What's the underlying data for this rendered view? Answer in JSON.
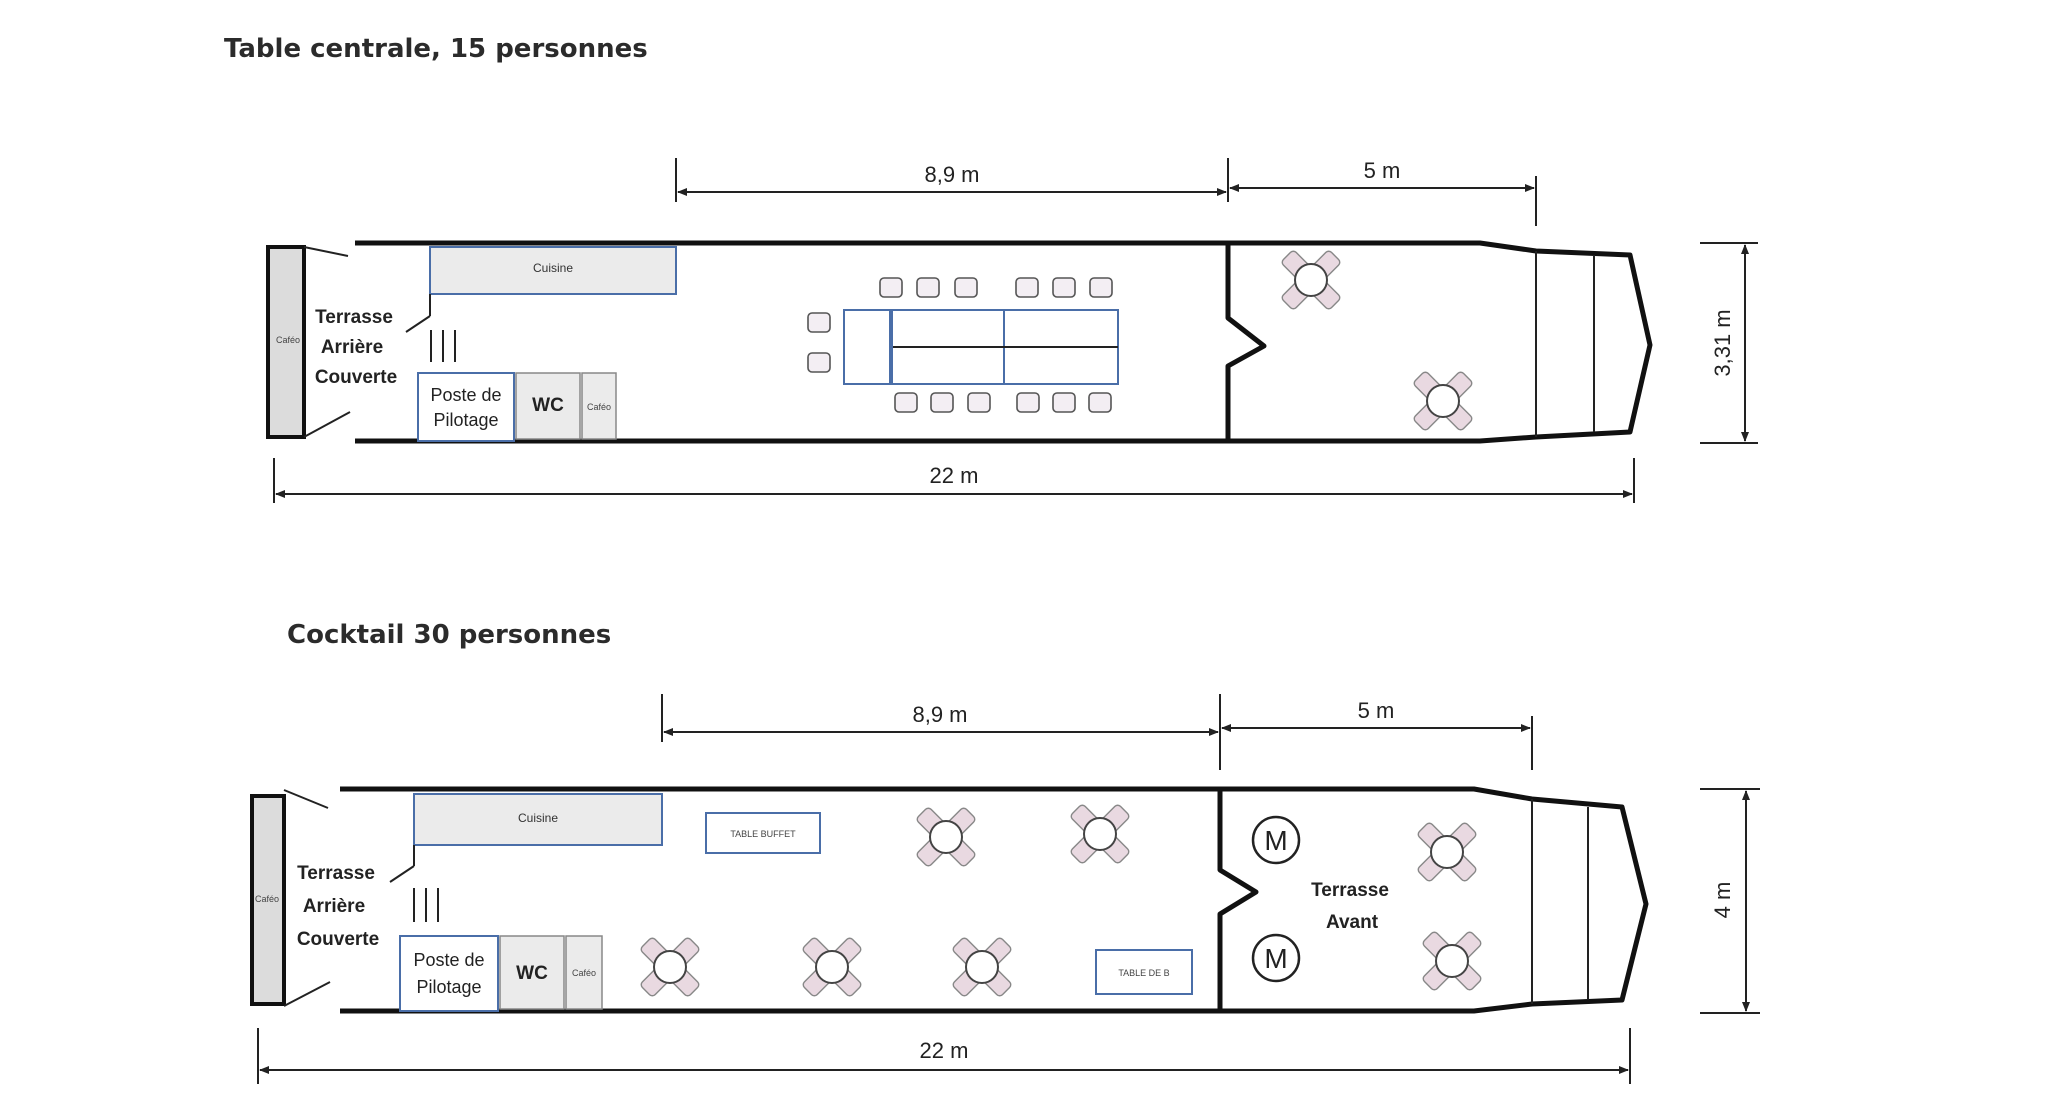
{
  "plan1": {
    "title": "Table centrale, 15 personnes",
    "dim_main": "8,9 m",
    "dim_front": "5 m",
    "dim_length": "22 m",
    "dim_width": "3,31 m",
    "cuisine": "Cuisine",
    "cafe": "Caféo",
    "terrasse_l1": "Terrasse",
    "terrasse_l2": "Arrière",
    "terrasse_l3": "Couverte",
    "poste_l1": "Poste de",
    "poste_l2": "Pilotage",
    "wc": "WC",
    "cafe2": "Caféo"
  },
  "plan2": {
    "title": "Cocktail 30 personnes",
    "dim_main": "8,9 m",
    "dim_front": "5 m",
    "dim_length": "22 m",
    "dim_width": "4 m",
    "cuisine": "Cuisine",
    "cafe": "Caféo",
    "terrasse_l1": "Terrasse",
    "terrasse_l2": "Arrière",
    "terrasse_l3": "Couverte",
    "poste_l1": "Poste de",
    "poste_l2": "Pilotage",
    "wc": "WC",
    "cafe2": "Caféo",
    "buffet": "TABLE BUFFET",
    "table_dj": "TABLE DE B",
    "m1": "M",
    "m2": "M",
    "terrasse_avant_l1": "Terrasse",
    "terrasse_avant_l2": "Avant"
  },
  "colors": {
    "room_border": "#4a6ea8",
    "chair_fill": "#e9d9e1"
  }
}
